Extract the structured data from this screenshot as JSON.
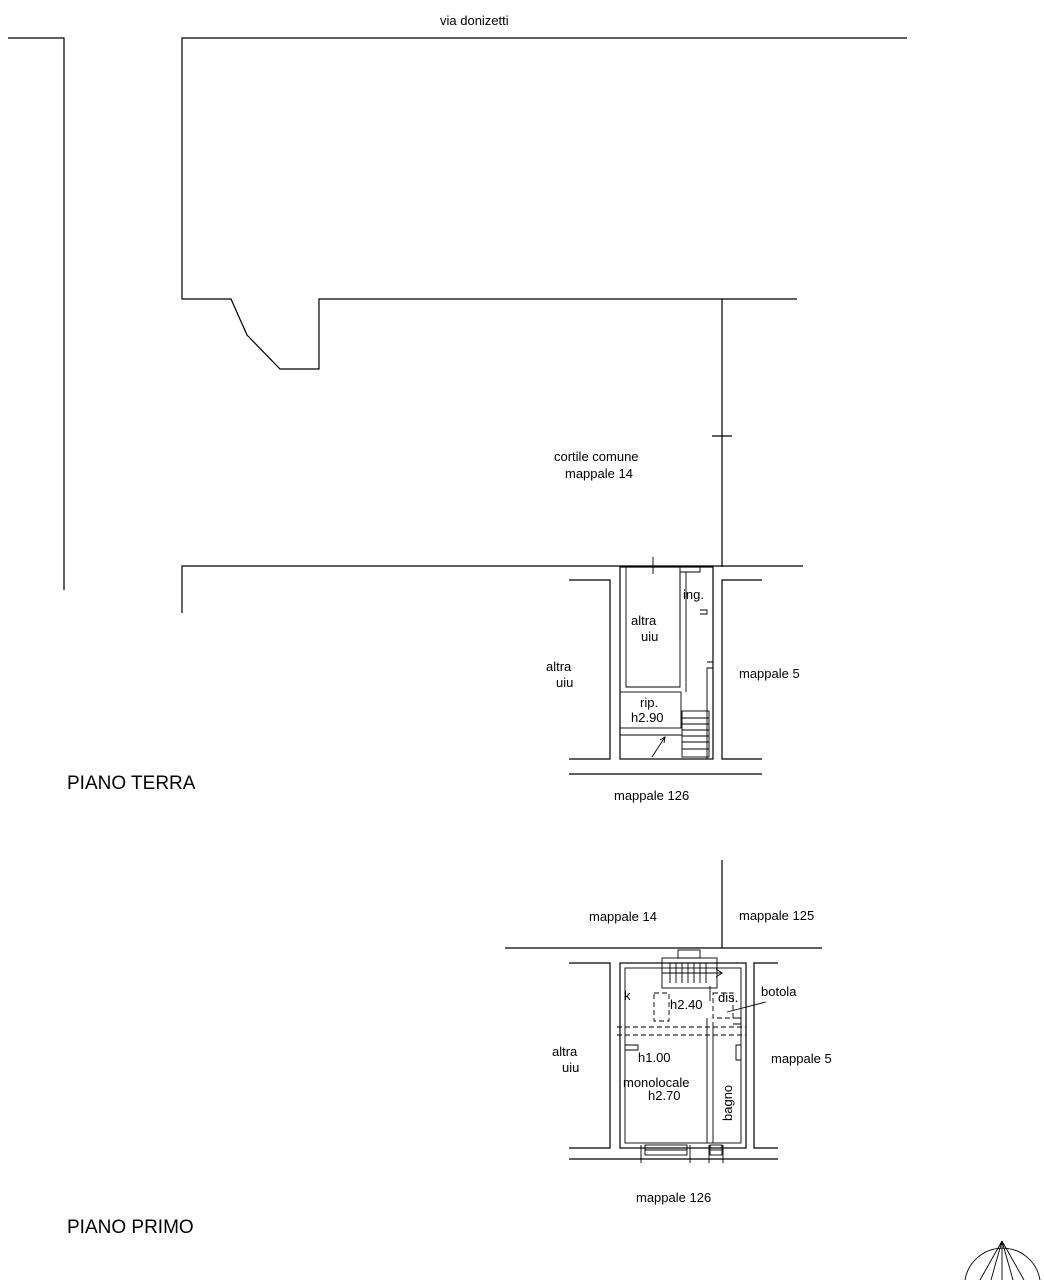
{
  "street": "via donizetti",
  "ground_floor": {
    "title": "PIANO TERRA",
    "courtyard_line1": "cortile comune",
    "courtyard_line2": "mappale 14",
    "altra_uiu_left_1": "altra",
    "altra_uiu_left_2": "uiu",
    "altra_uiu_inner_1": "altra",
    "altra_uiu_inner_2": "uiu",
    "ingresso": "ing.",
    "ripostiglio": "rip.",
    "ripostiglio_height": "h2.90",
    "mappale_right": "mappale 5",
    "mappale_bottom": "mappale 126"
  },
  "first_floor": {
    "title": "PIANO PRIMO",
    "mappale_top_left": "mappale 14",
    "mappale_top_right": "mappale 125",
    "altra_uiu_1": "altra",
    "altra_uiu_2": "uiu",
    "kitchen": "k",
    "height_upper": "h2.40",
    "disimpegno": "dis.",
    "botola": "botola",
    "height_low": "h1.00",
    "monolocale": "monolocale",
    "monolocale_height": "h2.70",
    "bagno": "bagno",
    "mappale_right": "mappale 5",
    "mappale_bottom": "mappale 126"
  },
  "north_arrow_icon": "north-arrow-icon"
}
